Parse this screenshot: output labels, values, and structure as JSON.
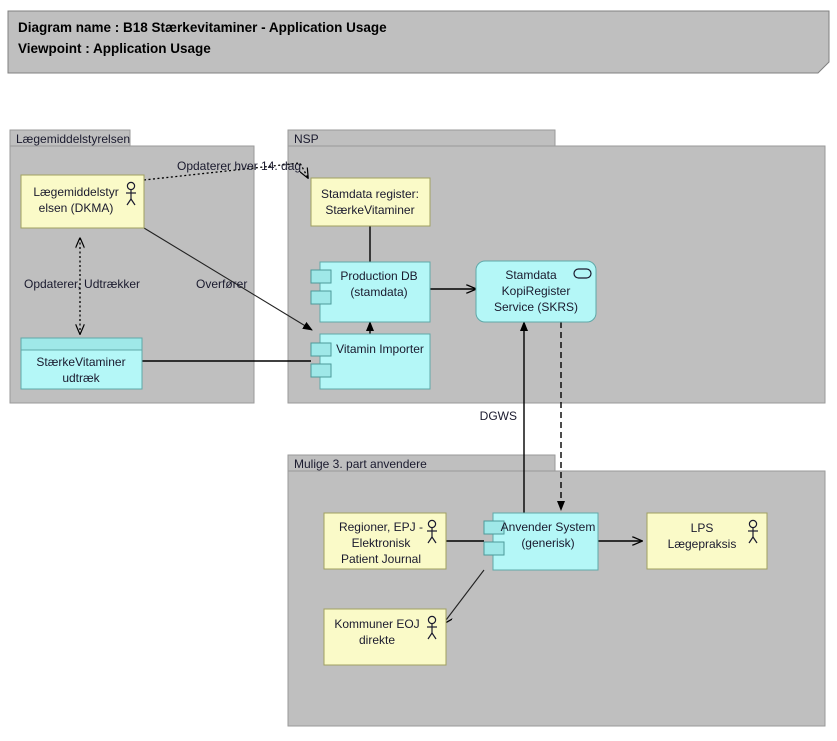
{
  "banner": {
    "line1_label": "Diagram name :",
    "line1_value": "B18 Stærkevitaminer - Application Usage",
    "line2_label": "Viewpoint",
    "line2_value": ": Application Usage",
    "line1_full": "Diagram name : B18 Stærkevitaminer - Application Usage",
    "line2_full": "Viewpoint         : Application Usage"
  },
  "colors": {
    "background": "#ffffff",
    "group_fill": "#bfbfbf",
    "group_stroke": "#9a9a9a",
    "actor_fill": "#fafac8",
    "actor_stroke": "#a0a060",
    "component_fill": "#b4f7f7",
    "component_stroke": "#5fa8a8",
    "edge": "#000000",
    "text": "#1a1a2e"
  },
  "groups": [
    {
      "id": "lms",
      "label": "Lægemiddelstyrelsen",
      "tab_width": 120
    },
    {
      "id": "nsp",
      "label": "NSP",
      "tab_width": 267
    },
    {
      "id": "third",
      "label": "Mulige 3. part anvendere",
      "tab_width": 267
    }
  ],
  "nodes": [
    {
      "id": "dkma",
      "label": "Lægemiddelstyr elsen (DKMA)",
      "line1": "Lægemiddelstyr",
      "line2": "elsen (DKMA)",
      "line3": "",
      "type": "actor",
      "icon": "actor-icon",
      "group": "lms"
    },
    {
      "id": "udtraek",
      "label": "StærkeVitaminer udtræk",
      "line1": "StærkeVitaminer",
      "line2": "udtræk",
      "line3": "",
      "type": "data-object",
      "icon": "",
      "group": "lms"
    },
    {
      "id": "stamdata",
      "label": "Stamdata register: StærkeVitaminer",
      "line1": "Stamdata register:",
      "line2": "StærkeVitaminer",
      "line3": "",
      "type": "actor",
      "icon": "",
      "group": "nsp"
    },
    {
      "id": "proddb",
      "label": "Production DB (stamdata)",
      "line1": "Production DB",
      "line2": "(stamdata)",
      "line3": "",
      "type": "component",
      "icon": "component-icon",
      "group": "nsp"
    },
    {
      "id": "importer",
      "label": "Vitamin Importer",
      "line1": "Vitamin Importer",
      "line2": "",
      "line3": "",
      "type": "component",
      "icon": "component-icon",
      "group": "nsp"
    },
    {
      "id": "skrs",
      "label": "Stamdata KopiRegister Service (SKRS)",
      "line1": "Stamdata",
      "line2": "KopiRegister",
      "line3": "Service (SKRS)",
      "type": "service",
      "icon": "service-oval-icon",
      "group": "nsp"
    },
    {
      "id": "epj",
      "label": "Regioner, EPJ - Elektronisk Patient Journal",
      "line1": "Regioner, EPJ -",
      "line2": "Elektronisk",
      "line3": "Patient Journal",
      "type": "actor",
      "icon": "actor-icon",
      "group": "third"
    },
    {
      "id": "anvender",
      "label": "Anvender System (generisk)",
      "line1": "Anvender System",
      "line2": "(generisk)",
      "line3": "",
      "type": "component",
      "icon": "component-icon",
      "group": "third"
    },
    {
      "id": "lps",
      "label": "LPS Lægepraksis",
      "line1": "LPS",
      "line2": "Lægepraksis",
      "line3": "",
      "type": "actor",
      "icon": "actor-icon",
      "group": "third"
    },
    {
      "id": "kommuner",
      "label": "Kommuner EOJ direkte",
      "line1": "Kommuner EOJ",
      "line2": "direkte",
      "line3": "",
      "type": "actor",
      "icon": "actor-icon",
      "group": "third"
    }
  ],
  "edges": [
    {
      "id": "e1",
      "from": "dkma",
      "to": "stamdata",
      "label": "Opdaterer hver 14. dag",
      "style": "dotted",
      "arrow": "open"
    },
    {
      "id": "e2",
      "from": "dkma",
      "to": "udtraek",
      "label": "Opdaterer, Udtrækker",
      "style": "dotted",
      "arrow": "both"
    },
    {
      "id": "e3",
      "from": "dkma",
      "to": "importer",
      "label": "Overfører",
      "style": "solid",
      "arrow": "filled"
    },
    {
      "id": "e4",
      "from": "udtraek",
      "to": "importer",
      "label": "",
      "style": "solid",
      "arrow": "none"
    },
    {
      "id": "e5",
      "from": "stamdata",
      "to": "proddb",
      "label": "",
      "style": "solid",
      "arrow": "none"
    },
    {
      "id": "e6",
      "from": "importer",
      "to": "proddb",
      "label": "",
      "style": "dashed",
      "arrow": "filled"
    },
    {
      "id": "e7",
      "from": "proddb",
      "to": "skrs",
      "label": "",
      "style": "solid",
      "arrow": "open"
    },
    {
      "id": "e8",
      "from": "anvender",
      "to": "skrs",
      "label": "DGWS",
      "style": "solid",
      "arrow": "filled"
    },
    {
      "id": "e9",
      "from": "skrs",
      "to": "anvender",
      "label": "",
      "style": "dashed",
      "arrow": "filled"
    },
    {
      "id": "e10",
      "from": "anvender",
      "to": "epj",
      "label": "",
      "style": "solid",
      "arrow": "open"
    },
    {
      "id": "e11",
      "from": "anvender",
      "to": "lps",
      "label": "",
      "style": "solid",
      "arrow": "open"
    },
    {
      "id": "e12",
      "from": "anvender",
      "to": "kommuner",
      "label": "",
      "style": "solid",
      "arrow": "open"
    }
  ],
  "edge_labels": {
    "opdaterer_14dag": "Opdaterer hver 14. dag",
    "opdaterer_udtraekker": "Opdaterer, Udtrækker",
    "overfoerer": "Overfører",
    "dgws": "DGWS"
  },
  "node_text": {
    "dkma_l1": "Lægemiddelstyr",
    "dkma_l2": "elsen (DKMA)",
    "udtraek_l1": "StærkeVitaminer",
    "udtraek_l2": "udtræk",
    "stamdata_l1": "Stamdata register:",
    "stamdata_l2": "StærkeVitaminer",
    "proddb_l1": "Production DB",
    "proddb_l2": "(stamdata)",
    "importer_l1": "Vitamin Importer",
    "skrs_l1": "Stamdata",
    "skrs_l2": "KopiRegister",
    "skrs_l3": "Service (SKRS)",
    "epj_l1": "Regioner, EPJ -",
    "epj_l2": "Elektronisk",
    "epj_l3": "Patient Journal",
    "anvender_l1": "Anvender System",
    "anvender_l2": "(generisk)",
    "lps_l1": "LPS",
    "lps_l2": "Lægepraksis",
    "kommuner_l1": "Kommuner EOJ",
    "kommuner_l2": "direkte"
  },
  "group_labels": {
    "lms": "Lægemiddelstyrelsen",
    "nsp": "NSP",
    "third": "Mulige 3. part anvendere"
  }
}
